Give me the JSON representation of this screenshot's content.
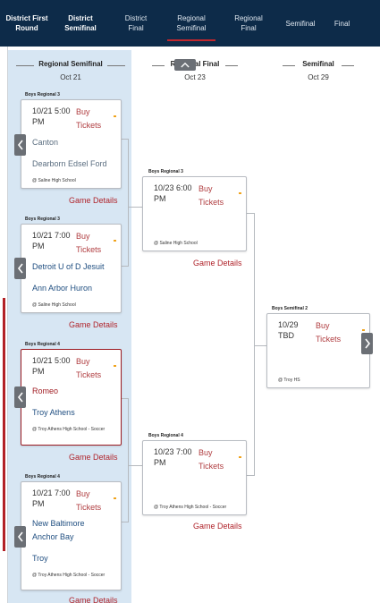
{
  "nav": {
    "tabs": [
      {
        "label_line1": "District First",
        "label_line2": "Round"
      },
      {
        "label_line1": "District",
        "label_line2": "Semifinal"
      },
      {
        "label_line1": "District",
        "label_line2": "Final"
      },
      {
        "label_line1": "Regional",
        "label_line2": "Semifinal"
      },
      {
        "label_line1": "Regional",
        "label_line2": "Final"
      },
      {
        "label_line1": "Semifinal",
        "label_line2": ""
      },
      {
        "label_line1": "Final",
        "label_line2": ""
      }
    ],
    "active_index": 3
  },
  "columns": [
    {
      "title": "Regional Semifinal",
      "date": "Oct 21"
    },
    {
      "title": "Regional Final",
      "date": "Oct 23"
    },
    {
      "title": "Semifinal",
      "date": "Oct 29"
    }
  ],
  "games": [
    {
      "series": "Boys Regional 3",
      "date": "10/21 5:00",
      "time": "PM",
      "buy_line1": "Buy",
      "buy_line2": "Tickets",
      "team1": "Canton",
      "team2": "Dearborn Edsel Ford",
      "venue": "@ Saline High School",
      "details": "Game Details"
    },
    {
      "series": "Boys Regional 3",
      "date": "10/21 7:00",
      "time": "PM",
      "buy_line1": "Buy",
      "buy_line2": "Tickets",
      "team1": "Detroit U of D Jesuit",
      "team2": "Ann Arbor Huron",
      "venue": "@ Saline High School",
      "details": "Game Details"
    },
    {
      "series": "Boys Regional 4",
      "date": "10/21 5:00",
      "time": "PM",
      "buy_line1": "Buy",
      "buy_line2": "Tickets",
      "team1": "Romeo",
      "team2": "Troy Athens",
      "venue": "@ Troy Athens High School - Soccer",
      "details": "Game Details"
    },
    {
      "series": "Boys Regional 4",
      "date": "10/21 7:00",
      "time": "PM",
      "buy_line1": "Buy",
      "buy_line2": "Tickets",
      "team1": "New Baltimore Anchor Bay",
      "team2": "Troy",
      "venue": "@ Troy Athens High School - Soccer",
      "details": "Game Details"
    },
    {
      "series": "Boys Regional 3",
      "date": "10/23 6:00",
      "time": "PM",
      "buy_line1": "Buy",
      "buy_line2": "Tickets",
      "team1": "",
      "team2": "",
      "venue": "@ Saline High School",
      "details": "Game Details"
    },
    {
      "series": "Boys Regional 4",
      "date": "10/23 7:00",
      "time": "PM",
      "buy_line1": "Buy",
      "buy_line2": "Tickets",
      "team1": "",
      "team2": "",
      "venue": "@ Troy Athens High School - Soccer",
      "details": "Game Details"
    },
    {
      "series": "Boys Semifinal 2",
      "date": "10/29",
      "time": "TBD",
      "buy_line1": "Buy",
      "buy_line2": "Tickets",
      "team1": "",
      "team2": "",
      "venue": "@ Troy HS",
      "details": ""
    }
  ],
  "colors": {
    "nav_bg": "#0d2b49",
    "accent_red": "#b0242b",
    "column_bg": "#d7e6f3",
    "ticket_flag": "#f0a31c"
  },
  "icons": {
    "prev": "chevron-left-icon",
    "up": "chevron-up-icon",
    "next": "chevron-right-icon"
  }
}
